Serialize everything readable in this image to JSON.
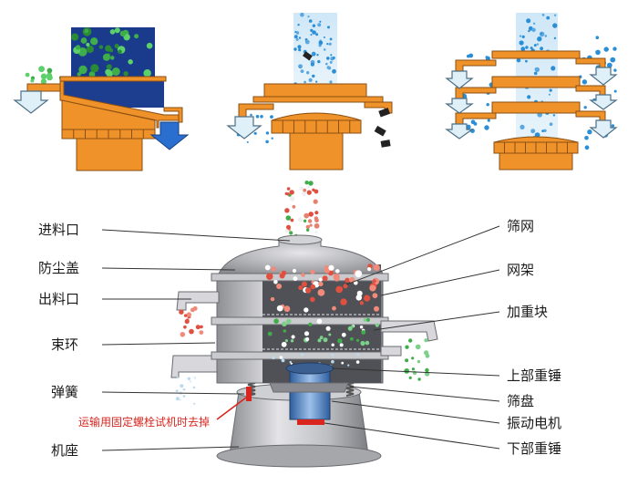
{
  "labels_left": [
    "进料口",
    "防尘盖",
    "出料口",
    "束环",
    "弹簧",
    "机座"
  ],
  "labels_right": [
    "筛网",
    "网架",
    "加重块",
    "上部重锤",
    "筛盘",
    "振动电机",
    "下部重锤"
  ],
  "warning_note": "运输用固定螺栓试机时去掉",
  "colors": {
    "machine_orange": "#f0922a",
    "machine_dark": "#b86a1a",
    "arrow_fill": "#dff0f8",
    "arrow_stroke": "#4d6f86",
    "particle_green": "#3fae4a",
    "particle_blue": "#2a8fd6",
    "particle_red": "#e05040",
    "body_gray": "#b8b8bc",
    "motor_blue": "#4d84c8",
    "warning_red": "#d8261f"
  }
}
